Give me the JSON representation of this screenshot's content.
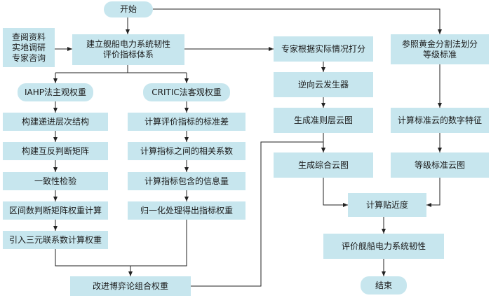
{
  "nodes": {
    "start": "开始",
    "sources": [
      "查阅资料",
      "实地调研",
      "专家咨询"
    ],
    "build_system": [
      "建立舰船电力系统韧性",
      "评价指标体系"
    ],
    "expert_scoring": "专家根据实际情况打分",
    "golden_section": [
      "参照黄金分割法划分",
      "等级标准"
    ],
    "iahp": "IAHP法主观权重",
    "critic": "CRITIC法客观权重",
    "iahp_steps": [
      "构建递进层次结构",
      "构建互反判断矩阵",
      "一致性检验",
      "区间数判断矩阵权重计算",
      "引入三元联系数计算权重"
    ],
    "critic_steps": [
      "计算评价指标的标准差",
      "计算指标之间的相关系数",
      "计算指标包含的信息量",
      "归一化处理得出指标权重"
    ],
    "reverse_cloud": "逆向云发生器",
    "criterion_cloud": "生成准则层云图",
    "composite_cloud": "生成综合云图",
    "standard_cloud_features": "计算标准云的数字特征",
    "grade_cloud": "等级标准云图",
    "closeness": "计算贴近度",
    "evaluate": "评价舰船电力系统韧性",
    "game_theory": "改进博弈论组合权重",
    "end": "结束"
  }
}
